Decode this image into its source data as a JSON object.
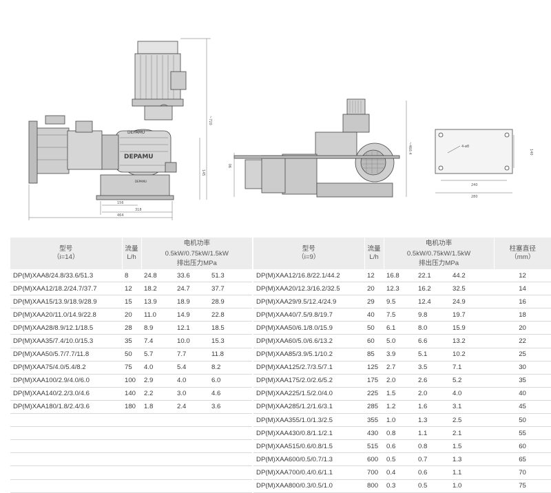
{
  "drawings": {
    "pump1_brand": "DEPAMU",
    "pump1_brand2": "DEPAMU",
    "pump1_brand3": "DEPAMU",
    "pump1_dims": [
      "~720",
      "145",
      "156",
      "318",
      "464"
    ],
    "pump2_dims": [
      "~460.4",
      "90"
    ],
    "base_dims": [
      "4-ø8",
      "140",
      "240",
      "280"
    ]
  },
  "table": {
    "left": {
      "model_label": "型号",
      "ratio_label": "（i=14）",
      "flow_label": "流量",
      "flow_unit": "L/h",
      "power_label": "电机功率",
      "power_values": "0.5kW/0.75kW/1.5kW",
      "pressure_label": "排出压力MPa"
    },
    "right": {
      "model_label": "型号",
      "ratio_label": "（i=9）",
      "flow_label": "流量",
      "flow_unit": "L/h",
      "power_label": "电机功率",
      "power_values": "0.5kW/0.75kW/1.5kW",
      "pressure_label": "排出压力MPa",
      "plunger_label": "柱塞直径",
      "plunger_unit": "（mm）"
    },
    "rows": [
      {
        "l": [
          "DP(M)XAA8/24.8/33.6/51.3",
          "8",
          "24.8",
          "33.6",
          "51.3"
        ],
        "r": [
          "DP(M)XAA12/16.8/22.1/44.2",
          "12",
          "16.8",
          "22.1",
          "44.2",
          "12"
        ]
      },
      {
        "l": [
          "DP(M)XAA12/18.2/24.7/37.7",
          "12",
          "18.2",
          "24.7",
          "37.7"
        ],
        "r": [
          "DP(M)XAA20/12.3/16.2/32.5",
          "20",
          "12.3",
          "16.2",
          "32.5",
          "14"
        ]
      },
      {
        "l": [
          "DP(M)XAA15/13.9/18.9/28.9",
          "15",
          "13.9",
          "18.9",
          "28.9"
        ],
        "r": [
          "DP(M)XAA29/9.5/12.4/24.9",
          "29",
          "9.5",
          "12.4",
          "24.9",
          "16"
        ]
      },
      {
        "l": [
          "DP(M)XAA20/11.0/14.9/22.8",
          "20",
          "11.0",
          "14.9",
          "22.8"
        ],
        "r": [
          "DP(M)XAA40/7.5/9.8/19.7",
          "40",
          "7.5",
          "9.8",
          "19.7",
          "18"
        ]
      },
      {
        "l": [
          "DP(M)XAA28/8.9/12.1/18.5",
          "28",
          "8.9",
          "12.1",
          "18.5"
        ],
        "r": [
          "DP(M)XAA50/6.1/8.0/15.9",
          "50",
          "6.1",
          "8.0",
          "15.9",
          "20"
        ]
      },
      {
        "l": [
          "DP(M)XAA35/7.4/10.0/15.3",
          "35",
          "7.4",
          "10.0",
          "15.3"
        ],
        "r": [
          "DP(M)XAA60/5.0/6.6/13.2",
          "60",
          "5.0",
          "6.6",
          "13.2",
          "22"
        ]
      },
      {
        "l": [
          "DP(M)XAA50/5.7/7.7/11.8",
          "50",
          "5.7",
          "7.7",
          "11.8"
        ],
        "r": [
          "DP(M)XAA85/3.9/5.1/10.2",
          "85",
          "3.9",
          "5.1",
          "10.2",
          "25"
        ]
      },
      {
        "l": [
          "DP(M)XAA75/4.0/5.4/8.2",
          "75",
          "4.0",
          "5.4",
          "8.2"
        ],
        "r": [
          "DP(M)XAA125/2.7/3.5/7.1",
          "125",
          "2.7",
          "3.5",
          "7.1",
          "30"
        ]
      },
      {
        "l": [
          "DP(M)XAA100/2.9/4.0/6.0",
          "100",
          "2.9",
          "4.0",
          "6.0"
        ],
        "r": [
          "DP(M)XAA175/2.0/2.6/5.2",
          "175",
          "2.0",
          "2.6",
          "5.2",
          "35"
        ]
      },
      {
        "l": [
          "DP(M)XAA140/2.2/3.0/4.6",
          "140",
          "2.2",
          "3.0",
          "4.6"
        ],
        "r": [
          "DP(M)XAA225/1.5/2.0/4.0",
          "225",
          "1.5",
          "2.0",
          "4.0",
          "40"
        ]
      },
      {
        "l": [
          "DP(M)XAA180/1.8/2.4/3.6",
          "180",
          "1.8",
          "2.4",
          "3.6"
        ],
        "r": [
          "DP(M)XAA285/1.2/1.6/3.1",
          "285",
          "1.2",
          "1.6",
          "3.1",
          "45"
        ]
      },
      {
        "l": [
          "",
          "",
          "",
          "",
          ""
        ],
        "r": [
          "DP(M)XAA355/1.0/1.3/2.5",
          "355",
          "1.0",
          "1.3",
          "2.5",
          "50"
        ]
      },
      {
        "l": [
          "",
          "",
          "",
          "",
          ""
        ],
        "r": [
          "DP(M)XAA430/0.8/1.1/2.1",
          "430",
          "0.8",
          "1.1",
          "2.1",
          "55"
        ]
      },
      {
        "l": [
          "",
          "",
          "",
          "",
          ""
        ],
        "r": [
          "DP(M)XAA515/0.6/0.8/1.5",
          "515",
          "0.6",
          "0.8",
          "1.5",
          "60"
        ]
      },
      {
        "l": [
          "",
          "",
          "",
          "",
          ""
        ],
        "r": [
          "DP(M)XAA600/0.5/0.7/1.3",
          "600",
          "0.5",
          "0.7",
          "1.3",
          "65"
        ]
      },
      {
        "l": [
          "",
          "",
          "",
          "",
          ""
        ],
        "r": [
          "DP(M)XAA700/0.4/0.6/1.1",
          "700",
          "0.4",
          "0.6",
          "1.1",
          "70"
        ]
      },
      {
        "l": [
          "",
          "",
          "",
          "",
          ""
        ],
        "r": [
          "DP(M)XAA800/0.3/0.5/1.0",
          "800",
          "0.3",
          "0.5",
          "1.0",
          "75"
        ]
      }
    ]
  },
  "colors": {
    "header_bg": "#ececec",
    "row_border": "#d9d9d9",
    "drawing_stroke": "#444444"
  }
}
